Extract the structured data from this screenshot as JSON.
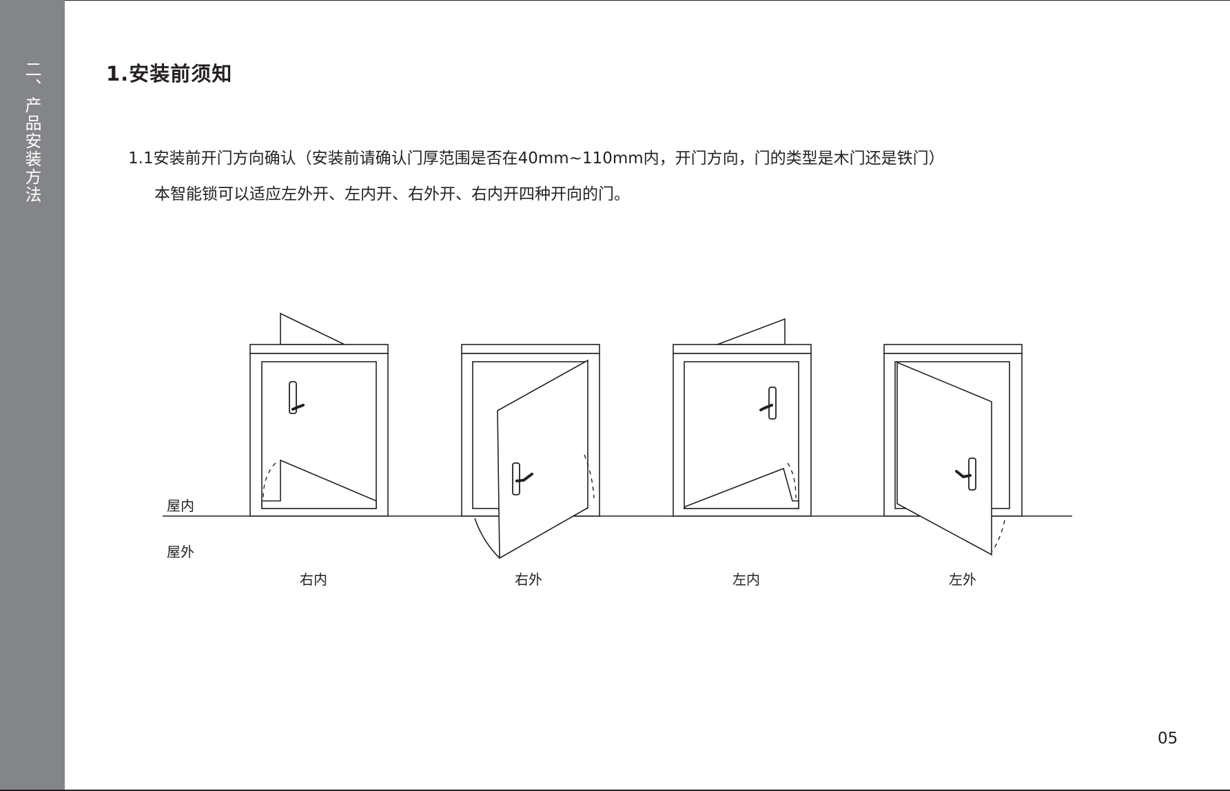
{
  "sidebar": {
    "section": "二、产品安装方法"
  },
  "section_title": "1.安装前须知",
  "instructions": {
    "line1": "1.1安装前开门方向确认（安装前请确认门厚范围是否在40mm~110mm内，开门方向，门的类型是木门还是铁门）",
    "line2": "本智能锁可以适应左外开、左内开、右外开、右内开四种开向的门。"
  },
  "diagram": {
    "indoor_label": "屋内",
    "outdoor_label": "屋外",
    "doors": [
      {
        "label": "右内"
      },
      {
        "label": "右外"
      },
      {
        "label": "左内"
      },
      {
        "label": "左外"
      }
    ]
  },
  "page_number": "05"
}
